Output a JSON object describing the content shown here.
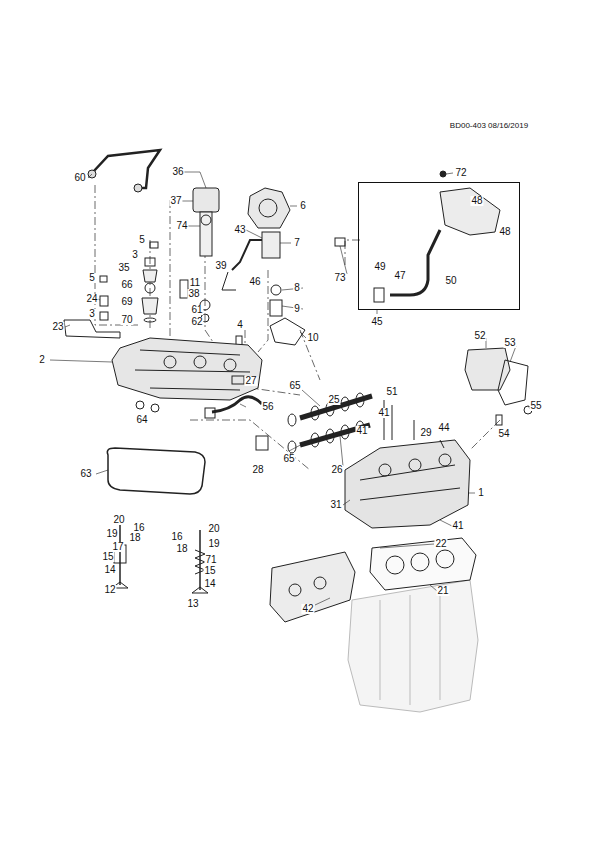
{
  "diagram": {
    "nodes": [
      {
        "text": [
          "48",
          "48",
          "49",
          "47",
          "50"
        ]
      }
    ],
    "labels": [
      "BD00-403 08/16/2019",
      "60",
      "36",
      "37",
      "74",
      "6",
      "43",
      "7",
      "5",
      "3",
      "35",
      "39",
      "11",
      "46",
      "8",
      "5",
      "66",
      "24",
      "38",
      "61",
      "9",
      "69",
      "3",
      "70",
      "62",
      "23",
      "10",
      "2",
      "4",
      "27",
      "65",
      "25",
      "64",
      "56",
      "51",
      "41",
      "41",
      "29",
      "44",
      "63",
      "28",
      "65",
      "26",
      "31",
      "41",
      "1",
      "20",
      "16",
      "19",
      "18",
      "17",
      "15",
      "14",
      "12",
      "16",
      "20",
      "19",
      "18",
      "71",
      "15",
      "14",
      "13",
      "22",
      "42",
      "21",
      "52",
      "53",
      "55",
      "54",
      "72",
      "73",
      "45"
    ]
  }
}
